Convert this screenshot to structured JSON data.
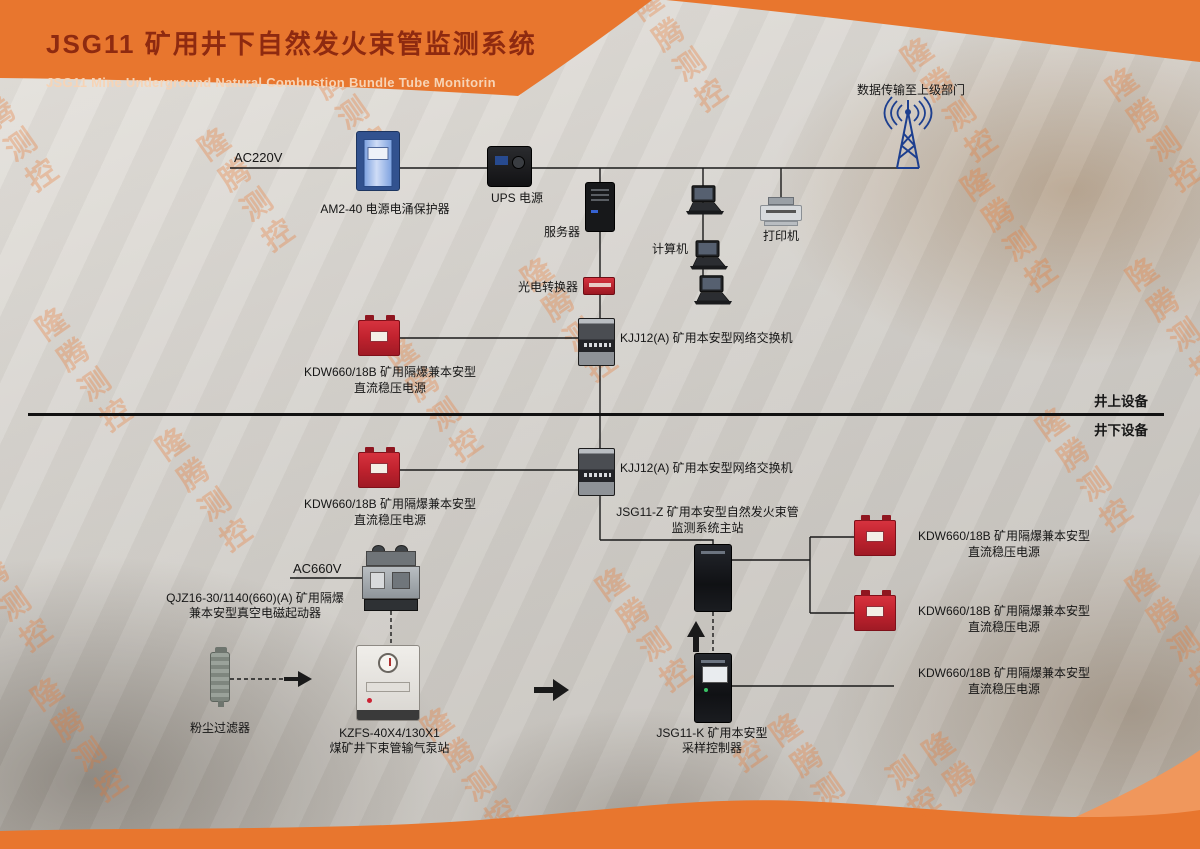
{
  "header": {
    "title": "JSG11 矿用井下自然发火束管监测系统",
    "subtitle": "JSG11 Mine Underground Natural Combustion Bundle Tube Monitorin"
  },
  "watermark": "隆腾测控",
  "colors": {
    "orange": "#E8762E",
    "orange-light": "#F0975C",
    "title-red": "#8E2A10",
    "device-red": "#C2232F",
    "wire": "#1A1A1A",
    "antenna-blue": "#1D3F8F",
    "surge-blue": "#32528F"
  },
  "zones": {
    "surface": "井上设备",
    "underground": "井下设备"
  },
  "nodes": {
    "uplink": "数据传输至上级部门",
    "ac220v": "AC220V",
    "surge": "AM2-40 电源电涌保护器",
    "ups": "UPS 电源",
    "server": "服务器",
    "computer": "计算机",
    "printer": "打印机",
    "optical": "光电转换器",
    "switch_top": "KJJ12(A) 矿用本安型网络交换机",
    "switch_bottom": "KJJ12(A) 矿用本安型网络交换机",
    "kdw_top": {
      "l1": "KDW660/18B 矿用隔爆兼本安型",
      "l2": "直流稳压电源"
    },
    "kdw_mid": {
      "l1": "KDW660/18B 矿用隔爆兼本安型",
      "l2": "直流稳压电源"
    },
    "kdw_r1": {
      "l1": "KDW660/18B 矿用隔爆兼本安型",
      "l2": "直流稳压电源"
    },
    "kdw_r2": {
      "l1": "KDW660/18B 矿用隔爆兼本安型",
      "l2": "直流稳压电源"
    },
    "kdw_r3": {
      "l1": "KDW660/18B 矿用隔爆兼本安型",
      "l2": "直流稳压电源"
    },
    "jsg11z": {
      "l1": "JSG11-Z 矿用本安型自然发火束管",
      "l2": "监测系统主站"
    },
    "ac660v": "AC660V",
    "qjz": {
      "l1": "QJZ16-30/1140(660)(A) 矿用隔爆",
      "l2": "兼本安型真空电磁起动器"
    },
    "dust_filter": "粉尘过滤器",
    "kzfs": {
      "l1": "KZFS-40X4/130X1",
      "l2": "煤矿井下束管输气泵站"
    },
    "jsg11k": {
      "l1": "JSG11-K 矿用本安型",
      "l2": "采样控制器"
    }
  }
}
